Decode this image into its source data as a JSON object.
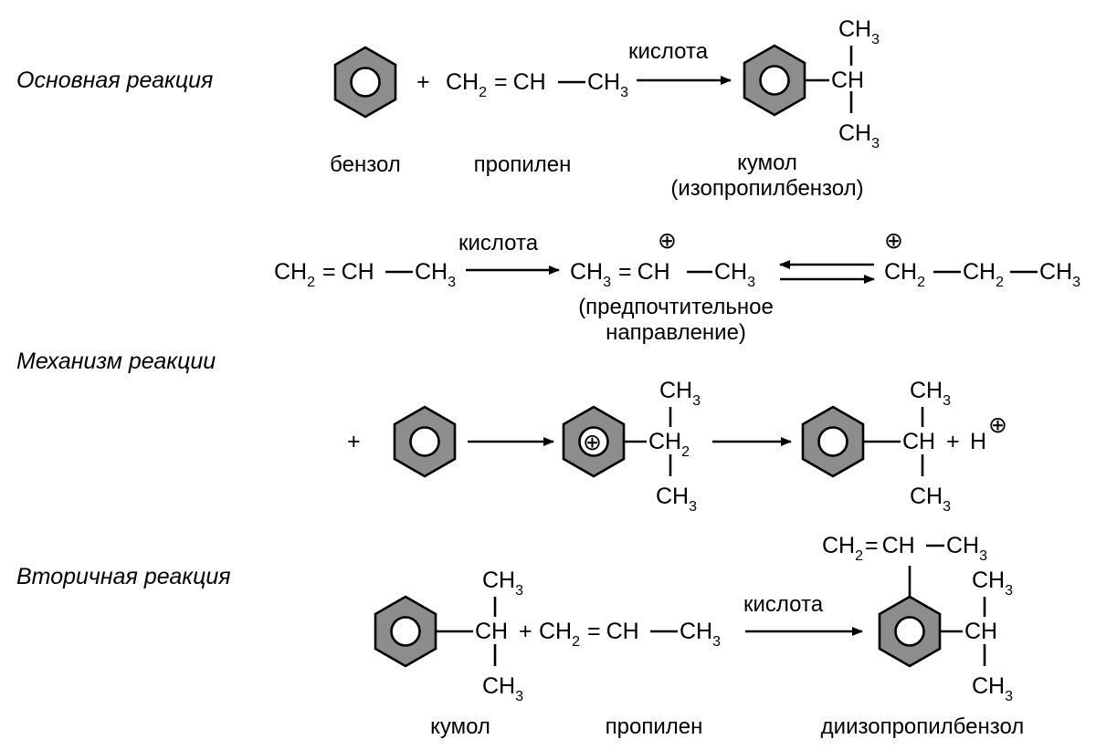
{
  "sections": {
    "main": "Основная реакция",
    "mechanism": "Механизм реакции",
    "secondary": "Вторичная реакция"
  },
  "catalyst": "кислота",
  "labels": {
    "benzene": "бензол",
    "propylene": "пропилен",
    "cumene": "кумол",
    "cumene_alt": "(изопропилбензол)",
    "preferred_1": "(предпочтительное",
    "preferred_2": "направление)",
    "diisopropylbenzene": "диизопропилбензол"
  },
  "symbols": {
    "plus": "+",
    "equals": "=",
    "dash": "—",
    "cation": "⊕",
    "CH": "CH",
    "H": "H",
    "CH2": "CH",
    "CH3": "CH",
    "sub2": "2",
    "sub3": "3"
  },
  "colors": {
    "ring_fill": "#8d8d8d",
    "ink": "#000000",
    "background": "#ffffff"
  },
  "icons": [
    "benzene-ring-icon",
    "reaction-arrow-icon",
    "equilibrium-arrow-icon",
    "positive-charge-icon"
  ]
}
